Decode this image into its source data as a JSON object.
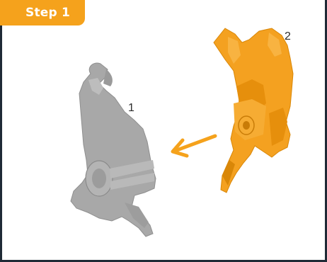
{
  "header": {
    "step_label": "Step 1"
  },
  "parts": [
    {
      "number": "1",
      "color": "#a9a9a9"
    },
    {
      "number": "2",
      "color": "#f5a21c"
    }
  ],
  "arrow": {
    "color": "#f5a21c",
    "direction": "left"
  }
}
